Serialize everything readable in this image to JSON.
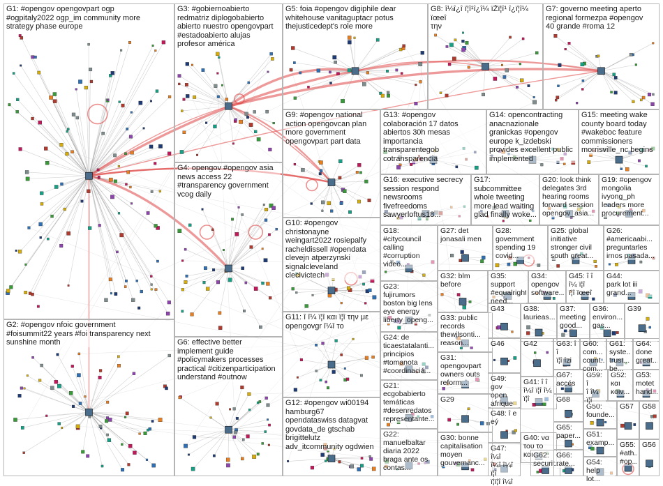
{
  "groups": [
    {
      "id": "G1",
      "label": "G1: #opengov opengovpart ogp\n#ogpitaly2022 ogp_im community more\nstrategy phase europe"
    },
    {
      "id": "G2",
      "label": "G2: #opengov nfoic government\n#foisummit22 years #foi transparency next\nsunshine month"
    },
    {
      "id": "G3",
      "label": "G3: #gobiernoabierto\nredmatriz diplogobabierto\nabierto nuestro opengovpart\n#estadoabierto alujas\nprofesor américa"
    },
    {
      "id": "G4",
      "label": "G4: opengov #opengov asia\nnews access 22\n#transparency government\nvcog daily"
    },
    {
      "id": "G5",
      "label": "G5: foia #opengov digiphile dear\nwhitehouse vanitaguptacr potus\nthejusticedept's role more"
    },
    {
      "id": "G6",
      "label": "G6: effective better\nimplement guide\n#policymakers processes\npractical #citizenparticipation\nunderstand #outnow"
    },
    {
      "id": "G7",
      "label": "G7: governo meeting aperto\nregional formezpa #opengov\n40 grande #roma 12"
    },
    {
      "id": "G8",
      "label": "G8: î¼î¿î ï¦î¹î¿î¼ ïŽï¦î¹ î¿ï¦î¼ ïœeî\nτην"
    },
    {
      "id": "G9",
      "label": "G9: #opengov national\naction opengovcan plan\nmore government\nopengovpart part data"
    },
    {
      "id": "G10",
      "label": "G10: #opengov\nchristonayne\nweingart2022 rosiepalfy\nracheldissell #opendata\nclevejn atperzynski\nsignalcleveland\nclecivictech"
    },
    {
      "id": "G11",
      "label": "G11: î î¼ ï¦î και ï¦î την με\nopengovgr î¼î το"
    },
    {
      "id": "G12",
      "label": "G12: #opengov wi00194\nhamburg67\nopendataswiss datagvat\ngovdata_de gtschab\nbrigittelutz\nadv_itcommunity ogdwien"
    },
    {
      "id": "G13",
      "label": "G13: #opengov\ncolaboración 17 datos\nabiertos 30h mesas\nimportancia\ntransparentegob\ncotransparencia"
    },
    {
      "id": "G14",
      "label": "G14: opencontracting\nanacnazionale\ngranickas #opengov\neurope k_izdebski\nprovides excellent public\nimplemented"
    },
    {
      "id": "G15",
      "label": "G15: meeting wake\ncounty board today\n#wakeboc feature\ncommissioners\nmorrisville_nc begins"
    },
    {
      "id": "G16",
      "label": "G16: executive secrecy\nsession respond\nnewsrooms\nfivefreedoms\nsawyerloftus18..."
    },
    {
      "id": "G17",
      "label": "G17:\nsubcommittee\nwhole tweeting\nmore lead waiting\nglad finally woke..."
    },
    {
      "id": "G18",
      "label": "G18:\n#citycouncil\ncalling\n#corruption\nvideo..."
    },
    {
      "id": "G19",
      "label": "G19: #opengov\nmongolia\nivyong_ph\nleaders more\nprocurement..."
    },
    {
      "id": "G20",
      "label": "G20: look think\ndelegates 3rd\nhearing rooms\nforward session\nopengov_asia..."
    },
    {
      "id": "G21",
      "label": "G21:\necgobabierto\ntemáticas\n#desenredatos\nrepresentante..."
    },
    {
      "id": "G22",
      "label": "G22:\nmanuelbaltar\ndiaria 2022\nbraga ante os\ncontas..."
    },
    {
      "id": "G23",
      "label": "G23:\nfujirumors\nboston big lens\neye energy\nliberty_openg..."
    },
    {
      "id": "G24",
      "label": "G24: de\nticaestatalanti...\nprincipios\n#tomanota\n#coordinaciá..."
    },
    {
      "id": "G25",
      "label": "G25: global\ninitiative\nstronger civil\nsouth great..."
    },
    {
      "id": "G26",
      "label": "G26:\n#americaabi...\npreguntarles\nirnos pasada..."
    },
    {
      "id": "G27",
      "label": "G27: det\njonasali men"
    },
    {
      "id": "G28",
      "label": "G28:\ngovernment\nspending 19\ncovid..."
    },
    {
      "id": "G29",
      "label": "G29"
    },
    {
      "id": "G30",
      "label": "G30: bonne\ncapitalisation\nmoyen\ngouvernanc..."
    },
    {
      "id": "G31",
      "label": "G31:\nopengovpart\nowners outs\nreform..."
    },
    {
      "id": "G32",
      "label": "G32: blm\nbefore"
    },
    {
      "id": "G33",
      "label": "G33: public\nrecords\nthewilsonti...\nreason..."
    },
    {
      "id": "G34",
      "label": "G34:\nopengov\nsoftware..."
    },
    {
      "id": "G35",
      "label": "G35: support\n#equalrights\nneed..."
    },
    {
      "id": "G36",
      "label": "G36:\nenviron...\ngas..."
    },
    {
      "id": "G37",
      "label": "G37:\nmeeting\ngood..."
    },
    {
      "id": "G38",
      "label": "G38:\nlaurieas..."
    },
    {
      "id": "G39",
      "label": "G39"
    },
    {
      "id": "G40",
      "label": "G40: να\nτου το\nκαι"
    },
    {
      "id": "G41",
      "label": "G41: î î\nî¼î ï¦î î¼\nï¦î"
    },
    {
      "id": "G42",
      "label": "G42"
    },
    {
      "id": "G43",
      "label": "G43"
    },
    {
      "id": "G44",
      "label": "G44:\npark lot iii\ngrand..."
    },
    {
      "id": "G45",
      "label": "G45: î î\nî¼ ï¦î\nï¦î ïœeî"
    },
    {
      "id": "G46",
      "label": "G46"
    },
    {
      "id": "G47",
      "label": "G47: î¼î\nî¼î î¼î ï¦î\nï¦ï¦î î¼î"
    },
    {
      "id": "G48",
      "label": "G48: î e\neý"
    },
    {
      "id": "G49",
      "label": "G49: gov\nopen\nafrique"
    },
    {
      "id": "G50",
      "label": "G50:\nfounde..."
    },
    {
      "id": "G51",
      "label": "G51:\nexamp..."
    },
    {
      "id": "G52",
      "label": "G52:\nκαι\nκοιν..."
    },
    {
      "id": "G53",
      "label": "G53:\nmotet\nhand..."
    },
    {
      "id": "G54",
      "label": "G54:\nhelp lot..."
    },
    {
      "id": "G55",
      "label": "G55:\n#ath...\n#op..."
    },
    {
      "id": "G56",
      "label": "G56"
    },
    {
      "id": "G57",
      "label": "G57"
    },
    {
      "id": "G58",
      "label": "G58"
    },
    {
      "id": "G59",
      "label": "G59: î\nî î¼\nï¦î"
    },
    {
      "id": "G60",
      "label": "G60:\ncom...\ncount...\ncom..."
    },
    {
      "id": "G61",
      "label": "G61:\nsyste...\ntrust...\nbe..."
    },
    {
      "id": "G62",
      "label": "G62:\nsecurit..."
    },
    {
      "id": "G63",
      "label": "G63: î\nî\nï¦î îzi"
    },
    {
      "id": "G64",
      "label": "G64:\ndone\ngreat..."
    },
    {
      "id": "G65",
      "label": "G65:\npaper..."
    },
    {
      "id": "G66",
      "label": "G66:\nrate..."
    },
    {
      "id": "G67",
      "label": "G67:\naccés"
    },
    {
      "id": "G68",
      "label": "G68"
    }
  ]
}
